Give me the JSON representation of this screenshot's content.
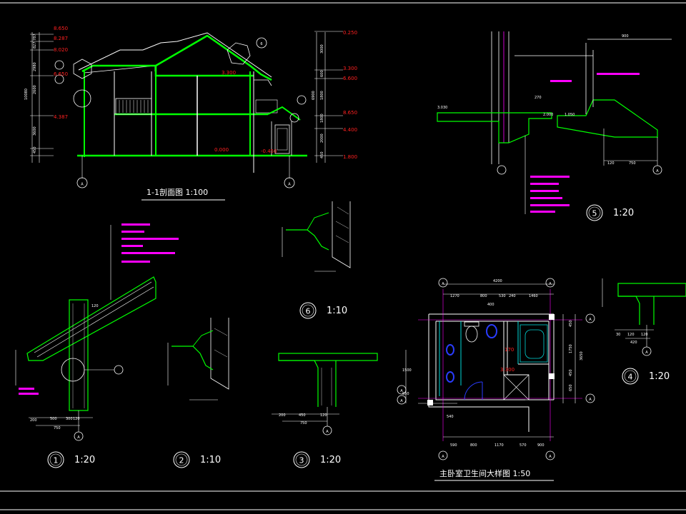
{
  "drawing": {
    "section_title": "1-1剖面图  1:100",
    "bathroom_title": "主卧室卫生间大样图  1:50",
    "grid_axis": "A",
    "details": [
      {
        "num": "1",
        "scale": "1:20"
      },
      {
        "num": "2",
        "scale": "1:10"
      },
      {
        "num": "3",
        "scale": "1:20"
      },
      {
        "num": "4",
        "scale": "1:20"
      },
      {
        "num": "5",
        "scale": "1:20"
      },
      {
        "num": "6",
        "scale": "1:10"
      }
    ],
    "section_levels_red": [
      "8.650",
      "8.287",
      "8.020",
      "6.650",
      "4.387",
      "3.300",
      "0.000",
      "-0.450",
      "0.250",
      "3.300",
      "6.600",
      "8.650",
      "4.400",
      "1.800"
    ],
    "section_dims_left": [
      "10080",
      "2980",
      "2600",
      "3600",
      "450",
      "787",
      "827"
    ],
    "section_dims_right": [
      "2000",
      "1800",
      "1800",
      "6900",
      "3000",
      "450",
      "600"
    ],
    "detail5_dims": [
      "900",
      "270",
      "120",
      "750",
      "3.030",
      "2.000",
      "1.050"
    ],
    "detail1_dims": [
      "200",
      "500",
      "300",
      "120",
      "750",
      "120"
    ],
    "detail3_dims": [
      "200",
      "450",
      "120",
      "750"
    ],
    "detail4_dims": [
      "30",
      "120",
      "120",
      "420"
    ],
    "bath_dims_top": [
      "4200",
      "1270",
      "800",
      "530",
      "240",
      "1460",
      "400"
    ],
    "bath_dims_bottom": [
      "590",
      "800",
      "1170",
      "570",
      "900"
    ],
    "bath_dims_right": [
      "450",
      "1750",
      "450",
      "650",
      "3650"
    ],
    "bath_dims_left": [
      "1500",
      "650",
      "540"
    ],
    "bath_level": "3.300",
    "bath_item": "170"
  },
  "colors": {
    "background": "#000000",
    "green": "#00ff00",
    "red": "#ff2020",
    "magenta": "#ff00ff",
    "blue": "#2a3cff",
    "cyan": "#00d8d8",
    "white": "#ffffff"
  }
}
